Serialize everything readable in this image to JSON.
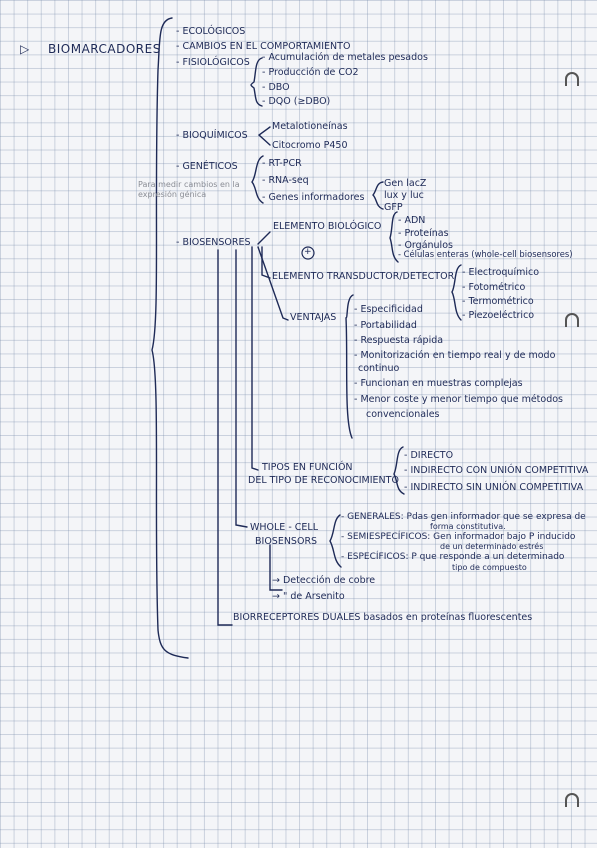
{
  "root": {
    "arrow": "▷",
    "title": "BIOMARCADORES"
  },
  "categories": {
    "ecologicos": "- ECOLÓGICOS",
    "cambios": "- CAMBIOS EN EL COMPORTAMIENTO",
    "fisiologicos": "- FISIOLÓGICOS",
    "bioquimicos": "- BIOQUÍMICOS",
    "geneticos": "- GENÉTICOS",
    "biosensores": "- BIOSENSORES"
  },
  "fisiologicos_items": [
    "- Acumulación de metales pesados",
    "- Producción de CO2",
    "- DBO",
    "- DQO (≥DBO)"
  ],
  "bioquimicos_items": [
    "Metalotioneínas",
    "Citocromo P450"
  ],
  "geneticos_note": "Para medir cambios en la expresión génica",
  "geneticos_items": [
    "- RT-PCR",
    "- RNA-seq",
    "- Genes informadores"
  ],
  "genes_informadores": [
    "Gen lacZ",
    "lux y luc",
    "GFP"
  ],
  "elemento_biologico": {
    "label": "ELEMENTO BIOLÓGICO",
    "items": [
      "- ADN",
      "- Proteínas",
      "- Orgánulos",
      "- Células enteras (whole-cell biosensores)"
    ]
  },
  "plus": "+",
  "elemento_transductor": {
    "label": "ELEMENTO TRANSDUCTOR/DETECTOR",
    "items": [
      "- Electroquímico",
      "- Fotométrico",
      "- Termométrico",
      "- Piezoeléctrico"
    ]
  },
  "ventajas": {
    "label": "VENTAJAS",
    "items": [
      "- Especificidad",
      "- Portabilidad",
      "- Respuesta rápida",
      "- Monitorización en tiempo real y de modo",
      "continuo",
      "- Funcionan en muestras complejas",
      "- Menor coste y menor tiempo que métodos",
      "convencionales"
    ]
  },
  "tipos": {
    "label1": "TIPOS EN FUNCIÓN",
    "label2": "DEL TIPO DE RECONOCIMIENTO",
    "items": [
      "- DIRECTO",
      "- INDIRECTO CON UNIÓN COMPETITIVA",
      "- INDIRECTO SIN UNIÓN COMPETITIVA"
    ]
  },
  "whole_cell": {
    "label1": "WHOLE - CELL",
    "label2": "BIOSENSORS",
    "generales": [
      "- GENERALES: Pdas gen informador que se expresa de",
      "forma constitutiva."
    ],
    "semiespecificos": [
      "- SEMIESPECÍFICOS: Gen informador bajo P inducido",
      "de un determinado estrés"
    ],
    "especificos": [
      "- ESPECÍFICOS: P que responde a un determinado",
      "tipo de compuesto"
    ],
    "deteccion": [
      "→ Detección de cobre",
      "→ \"           de Arsenito"
    ]
  },
  "biorreceptores": "BIORRECEPTORES DUALES basados en proteínas fluorescentes"
}
